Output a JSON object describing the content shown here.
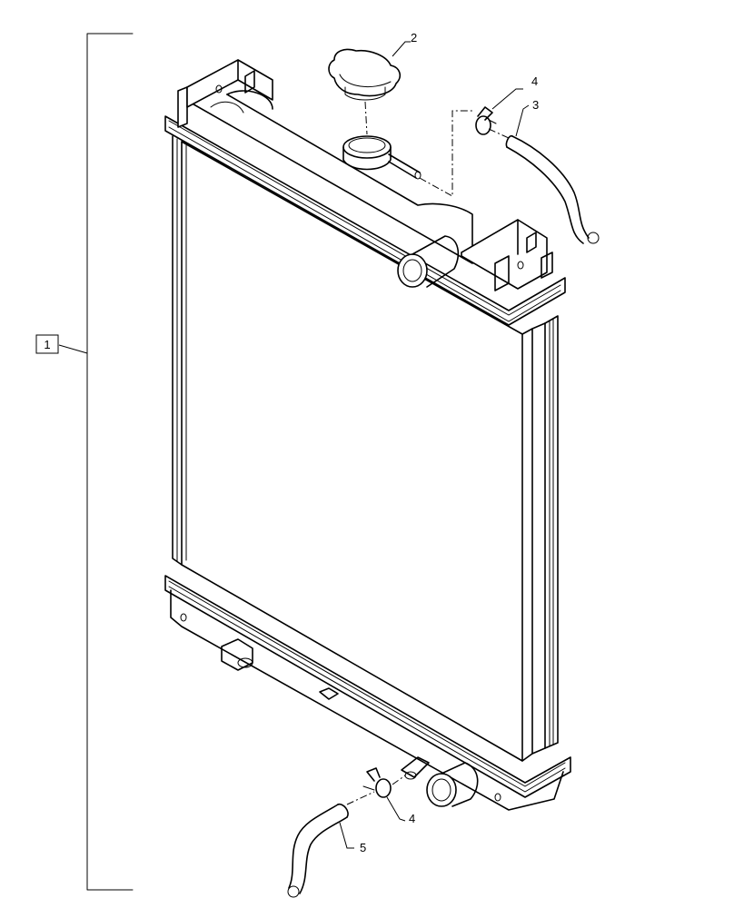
{
  "callouts": {
    "assembly": "1",
    "cap": "2",
    "upper_hose": "3",
    "clamp_upper": "4",
    "clamp_lower": "4",
    "lower_hose": "5"
  }
}
